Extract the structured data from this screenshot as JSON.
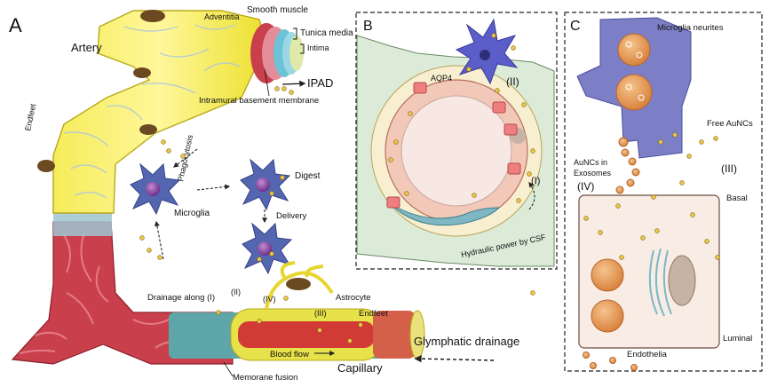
{
  "panel_a": {
    "letter": "A",
    "artery": "Artery",
    "endfeet_top": "Endfeet",
    "adventitia": "Adventitia",
    "smooth_muscle": "Smooth muscle",
    "tunica_media": "Tunica media",
    "intima": "Intima",
    "ipad": "IPAD",
    "intramural_bm": "Intramural basement membrane",
    "phagocytosis": "Phagocytosis",
    "microglia": "Microglia",
    "digest": "Digest",
    "delivery": "Delivery",
    "drainage_along": "Drainage along (I)",
    "ii": "(II)",
    "iv": "(IV)",
    "iii": "(III)",
    "astrocyte": "Astrocyte",
    "endfeet": "Endfeet",
    "blood_flow": "Blood flow",
    "glymphatic": "Glymphatic drainage",
    "capillary": "Capillary",
    "membrane_fusion": "Memorane fusion"
  },
  "panel_b": {
    "letter": "B",
    "aqp4": "AQP4",
    "ii": "(II)",
    "i": "(I)",
    "hydraulic": "Hydraulic power by CSF"
  },
  "panel_c": {
    "letter": "C",
    "microglia_neurites": "Microglia neurites",
    "free_aunc": "Free AuNCs",
    "aunc_exo_1": "AuNCs in",
    "aunc_exo_2": "Exosomes",
    "iv": "(IV)",
    "iii": "(III)",
    "basal": "Basal",
    "luminal": "Luminal",
    "endothelia": "Endothelia"
  },
  "colors": {
    "endfeet_yellow": "#f2e416",
    "artery_red": "#c9404c",
    "capillary_teal": "#5fa6aa",
    "microglia_blue": "#5566b0",
    "panel_c_purple": "#7d7fc6",
    "exosome_orange": "#e59b56"
  }
}
